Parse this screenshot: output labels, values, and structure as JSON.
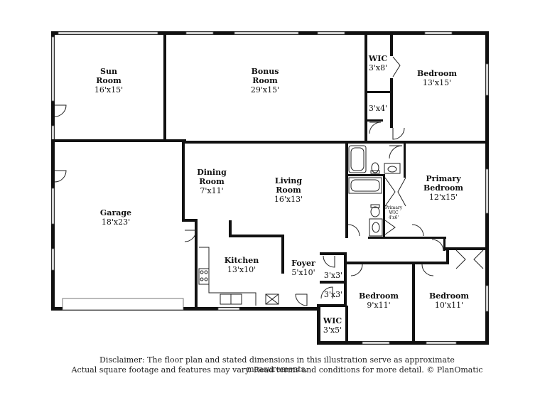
{
  "rooms": {
    "sun_room": {
      "name_line1": "Sun",
      "name_line2": "Room",
      "dim": "16'x15'"
    },
    "bonus_room": {
      "name_line1": "Bonus",
      "name_line2": "Room",
      "dim": "29'x15'"
    },
    "wic_top": {
      "name": "WIC",
      "dim": "3'x8'"
    },
    "closet_top": {
      "dim": "3'x4'"
    },
    "bedroom_top": {
      "name": "Bedroom",
      "dim": "13'x15'"
    },
    "dining_room": {
      "name_line1": "Dining",
      "name_line2": "Room",
      "dim": "7'x11'"
    },
    "living_room": {
      "name_line1": "Living",
      "name_line2": "Room",
      "dim": "16'x13'"
    },
    "primary_bedroom": {
      "name_line1": "Primary",
      "name_line2": "Bedroom",
      "dim": "12'x15'"
    },
    "primary_wic": {
      "name_line1": "Primary",
      "name_line2": "WIC",
      "dim": "4'x6'"
    },
    "garage": {
      "name": "Garage",
      "dim": "18'x23'"
    },
    "kitchen": {
      "name": "Kitchen",
      "dim": "13'x10'"
    },
    "foyer": {
      "name": "Foyer",
      "dim": "5'x10'"
    },
    "closet_a": {
      "dim": "3'x3'"
    },
    "closet_b": {
      "dim": "3'x3'"
    },
    "bedroom_mid": {
      "name": "Bedroom",
      "dim": "9'x11'"
    },
    "bedroom_right": {
      "name": "Bedroom",
      "dim": "10'x11'"
    },
    "wic_bottom": {
      "name": "WIC",
      "dim": "3'x5'"
    }
  },
  "disclaimer": {
    "line1": "Disclaimer: The floor plan and stated dimensions in this illustration serve as approximate measurements.",
    "line2": "Actual square footage and features may vary. Read terms and conditions for more detail. © PlanOmatic"
  }
}
